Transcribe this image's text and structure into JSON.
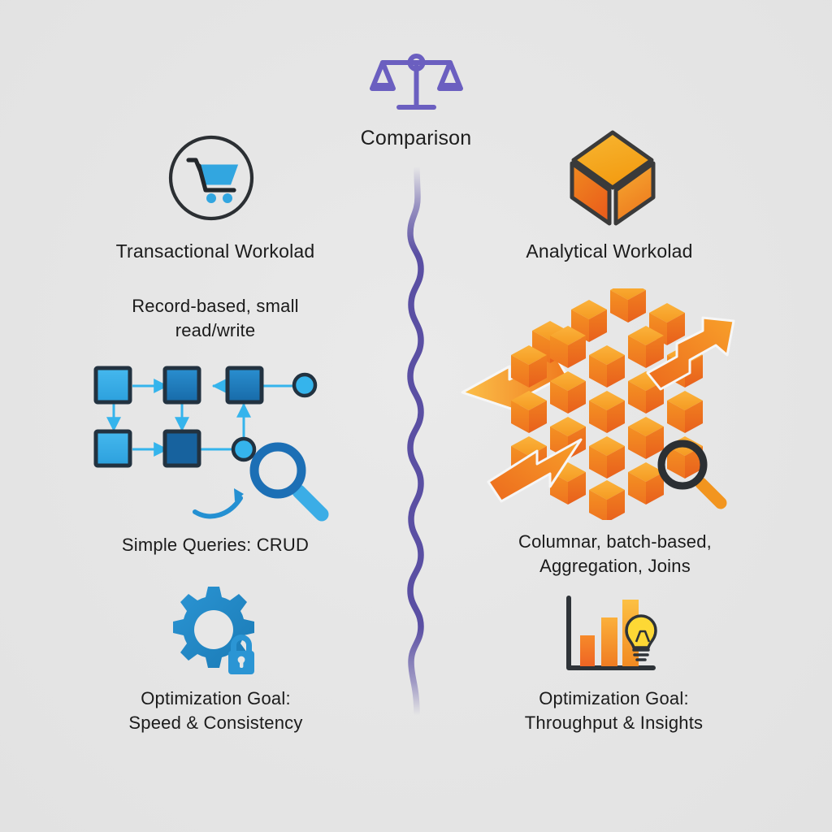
{
  "center": {
    "title": "Comparison",
    "divider_color": "#5a4fa3",
    "scale_icon": "balance-scale-icon"
  },
  "left_column": {
    "icon": "shopping-cart-icon",
    "title": "Transactional Workolad",
    "description": "Record-based, small\nread/write",
    "diagram_icon": "node-graph-with-magnifier",
    "queries": "Simple Queries: CRUD",
    "goal_icon": "gear-with-lock-icon",
    "goal": "Optimization Goal:\nSpeed & Consistency",
    "accent_color": "#32a6e0",
    "accent_dark": "#1c6fb5"
  },
  "right_column": {
    "icon": "3d-cube-icon",
    "title": "Analytical Workolad",
    "diagram_icon": "olap-cube-with-arrows-and-magnifier",
    "description": "Columnar, batch-based,\nAggregation, Joins",
    "goal_icon": "bar-chart-with-lightbulb-icon",
    "goal": "Optimization Goal:\nThroughput & Insights",
    "accent_color": "#f39422",
    "accent_dark": "#e8601c"
  },
  "canvas": {
    "background_color": "#e5e5e5",
    "text_color": "#1b1b1b"
  }
}
